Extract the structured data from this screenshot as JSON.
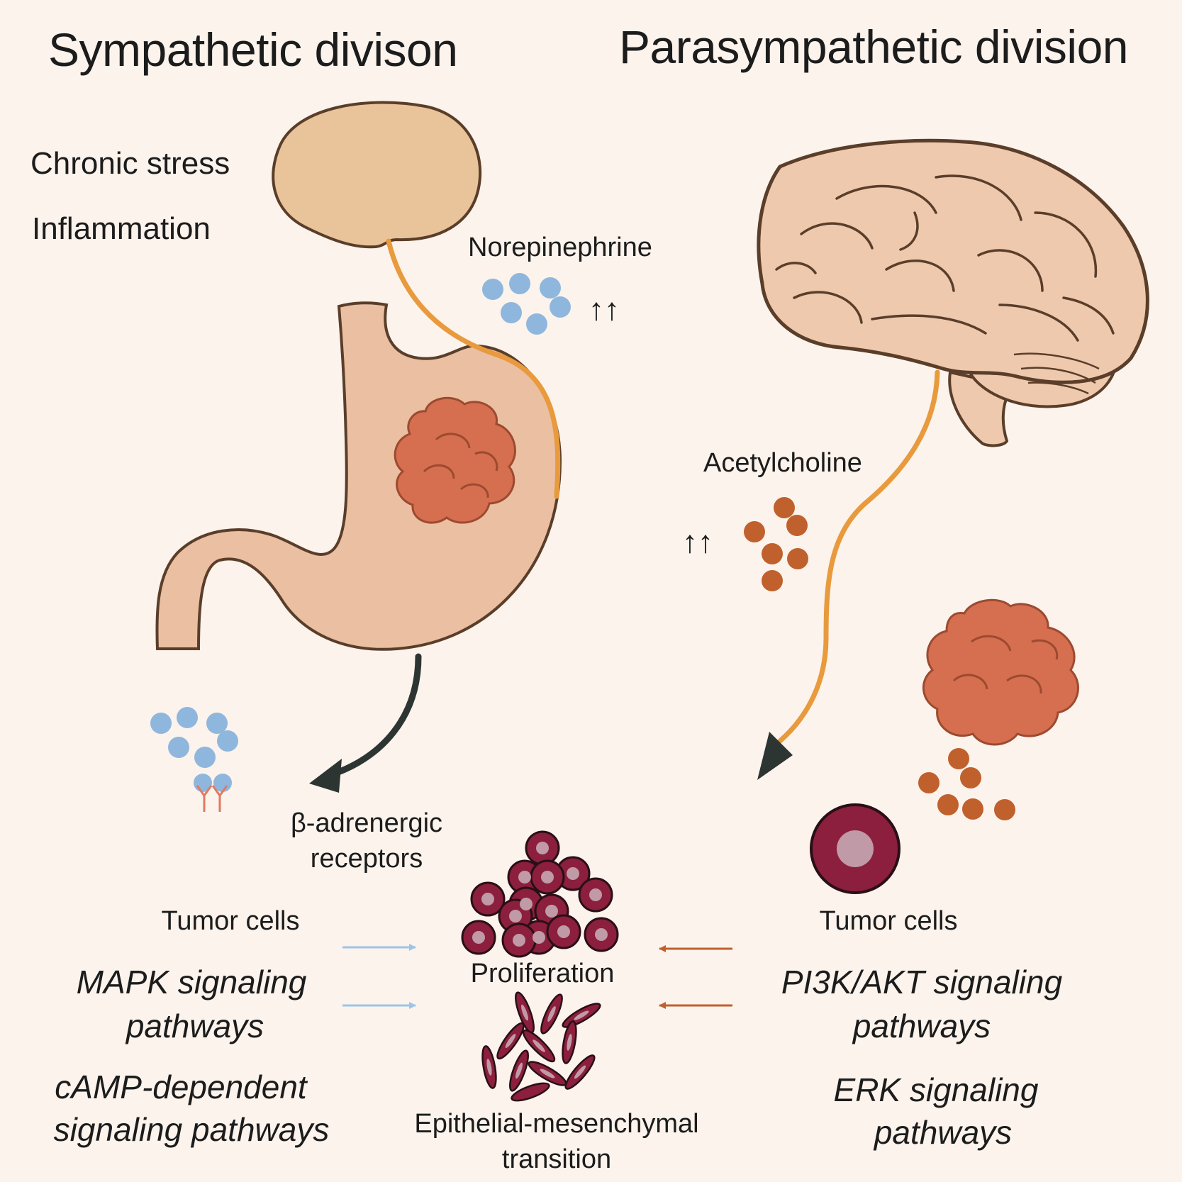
{
  "titles": {
    "sympathetic": "Sympathetic divison",
    "parasympathetic": "Parasympathetic division"
  },
  "sympathetic": {
    "triggers": [
      "Chronic stress",
      "Inflammation"
    ],
    "neurotransmitter": "Norepinephrine",
    "increase_arrows": "↑↑",
    "receptor_line1": "β-adrenergic",
    "receptor_line2": "receptors",
    "tumor_label": "Tumor cells",
    "pathway1_line1": "MAPK signaling",
    "pathway1_line2": "pathways",
    "pathway2_line1": "cAMP-dependent",
    "pathway2_line2": "signaling pathways"
  },
  "parasympathetic": {
    "neurotransmitter": "Acetylcholine",
    "increase_arrows": "↑↑",
    "tumor_label": "Tumor cells",
    "pathway1_line1": "PI3K/AKT signaling",
    "pathway1_line2": "pathways",
    "pathway2_line1": "ERK signaling",
    "pathway2_line2": "pathways"
  },
  "outcomes": {
    "proliferation": "Proliferation",
    "emt_line1": "Epithelial-mesenchymal",
    "emt_line2": "transition"
  },
  "colors": {
    "background": "#fbf3ec",
    "nerve": "#e89a3c",
    "norepinephrine": "#8fb7dd",
    "acetylcholine": "#c0602d",
    "tumor_cell": "#8b1f3d",
    "tumor_mass": "#d56f4f",
    "stomach": "#eabfa2",
    "brain": "#eec9ae",
    "sympathetic_arrow": "#9ec4e8",
    "parasympathetic_arrow": "#c0602d"
  },
  "icons": [
    "hypothalamus-icon",
    "stomach-icon",
    "brain-icon",
    "tumor-mass-icon",
    "tumor-cell-icon",
    "receptor-icon",
    "mesenchymal-cell-icon"
  ]
}
